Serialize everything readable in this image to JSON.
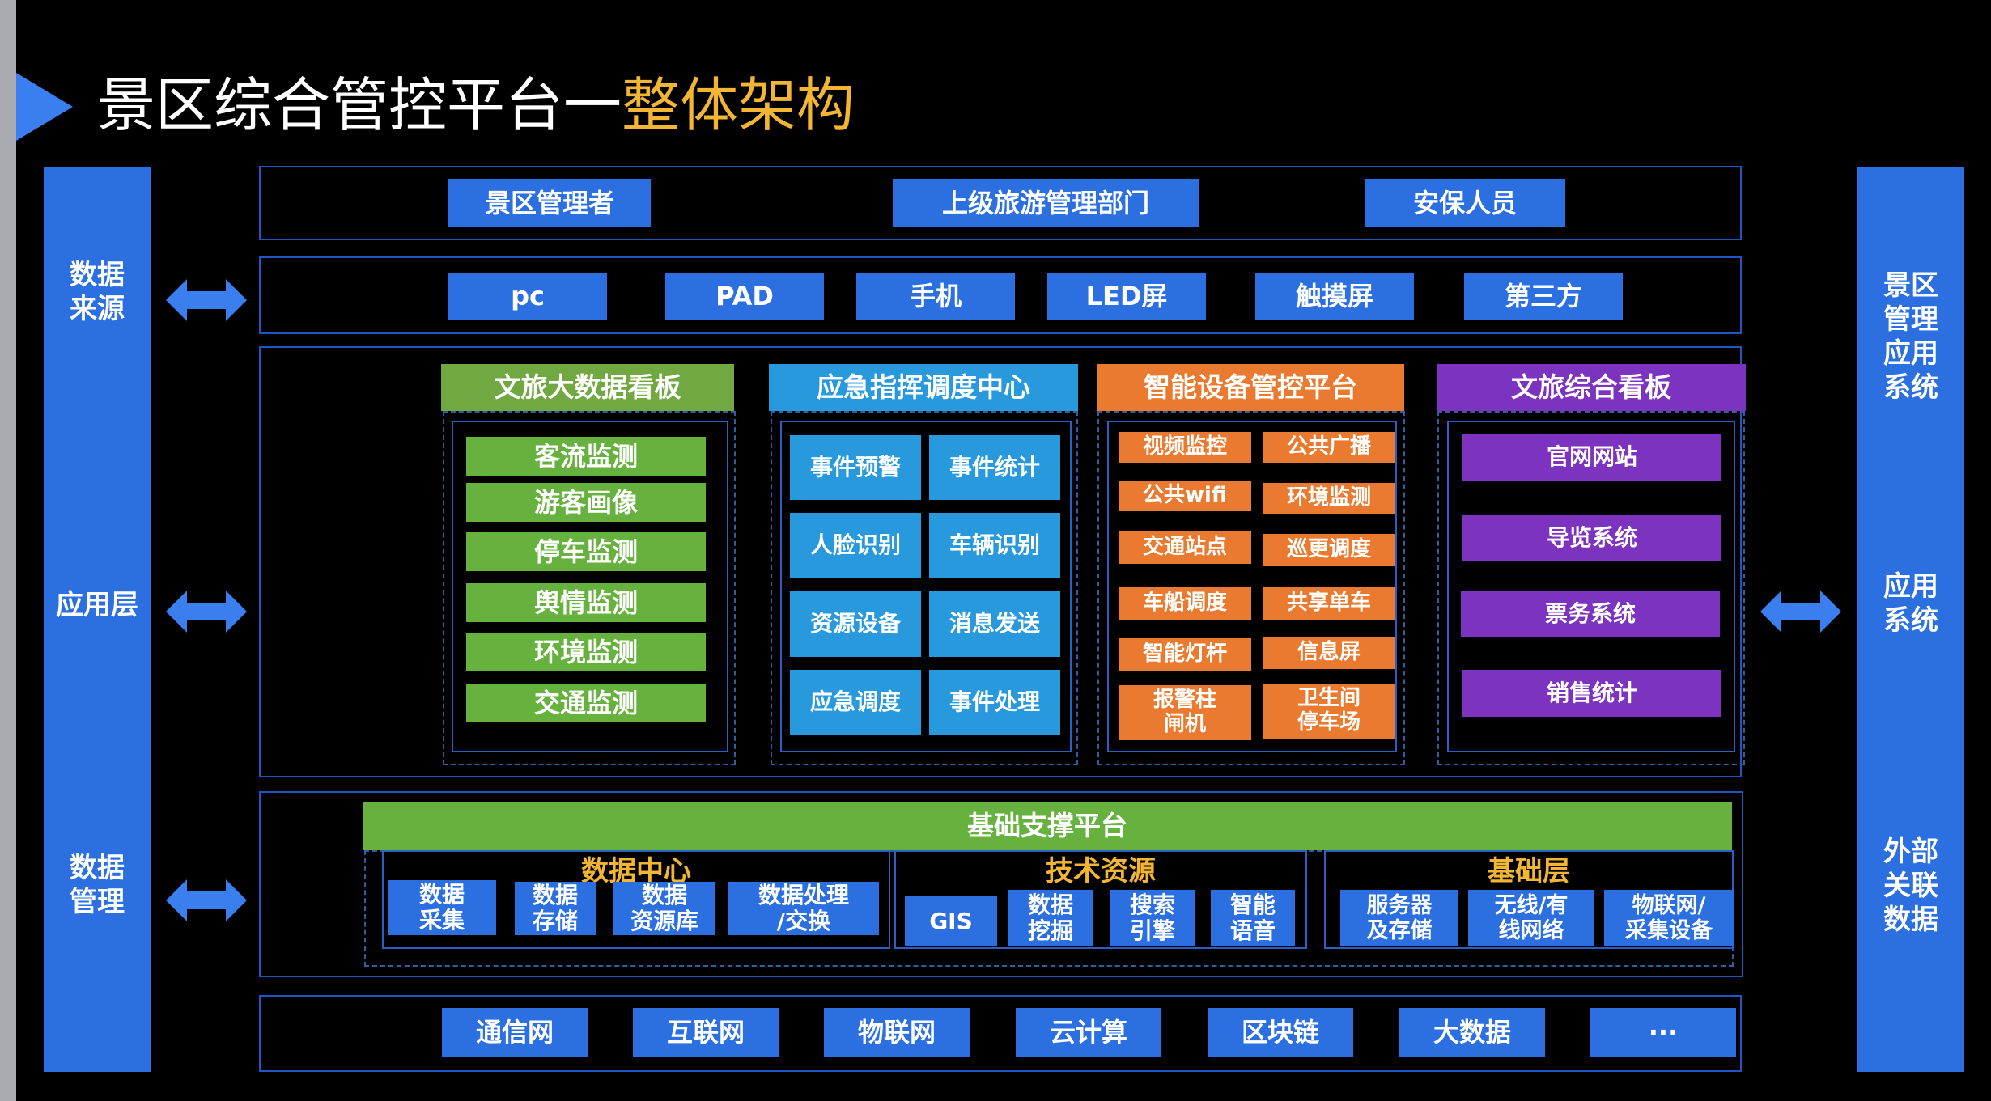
{
  "title": {
    "main": "景区综合管控平台一",
    "highlight": "整体架构"
  },
  "left_sidebar": [
    "数据\n来源",
    "应用层",
    "数据\n管理"
  ],
  "right_sidebar": [
    "景区\n管理\n应用\n系统",
    "应用\n系统",
    "外部\n关联\n数据"
  ],
  "users": [
    "景区管理者",
    "上级旅游管理部门",
    "安保人员"
  ],
  "terminals": [
    "pc",
    "PAD",
    "手机",
    "LED屏",
    "触摸屏",
    "第三方"
  ],
  "app_modules": [
    {
      "header": "文旅大数据看板",
      "items": [
        "客流监测",
        "游客画像",
        "停车监测",
        "舆情监测",
        "环境监测",
        "交通监测"
      ]
    },
    {
      "header": "应急指挥调度中心",
      "items": [
        "事件预警",
        "事件统计",
        "人脸识别",
        "车辆识别",
        "资源设备",
        "消息发送",
        "应急调度",
        "事件处理"
      ]
    },
    {
      "header": "智能设备管控平台",
      "items": [
        "视频监控",
        "公共广播",
        "公共wifi",
        "环境监测",
        "交通站点",
        "巡更调度",
        "车船调度",
        "共享单车",
        "智能灯杆",
        "信息屏",
        "报警柱\n闸机",
        "卫生间\n停车场"
      ]
    },
    {
      "header": "文旅综合看板",
      "items": [
        "官网网站",
        "导览系统",
        "票务系统",
        "销售统计"
      ]
    }
  ],
  "support": {
    "title": "基础支撑平台",
    "groups": [
      {
        "name": "数据中心",
        "items": [
          "数据\n采集",
          "数据\n存储",
          "数据\n资源库",
          "数据处理\n/交换"
        ]
      },
      {
        "name": "技术资源",
        "items": [
          "GIS",
          "数据\n挖掘",
          "搜索\n引擎",
          "智能\n语音"
        ]
      },
      {
        "name": "基础层",
        "items": [
          "服务器\n及存储",
          "无线/有\n线网络",
          "物联网/\n采集设备"
        ]
      }
    ]
  },
  "infra": [
    "通信网",
    "互联网",
    "物联网",
    "云计算",
    "区块链",
    "大数据",
    "···"
  ],
  "colors": {
    "blue": "#2b6fe0",
    "green": "#72a842",
    "cyan": "#2799dc",
    "orange": "#ea7a2f",
    "purple": "#7c33bf",
    "gold": "#f2b634"
  }
}
